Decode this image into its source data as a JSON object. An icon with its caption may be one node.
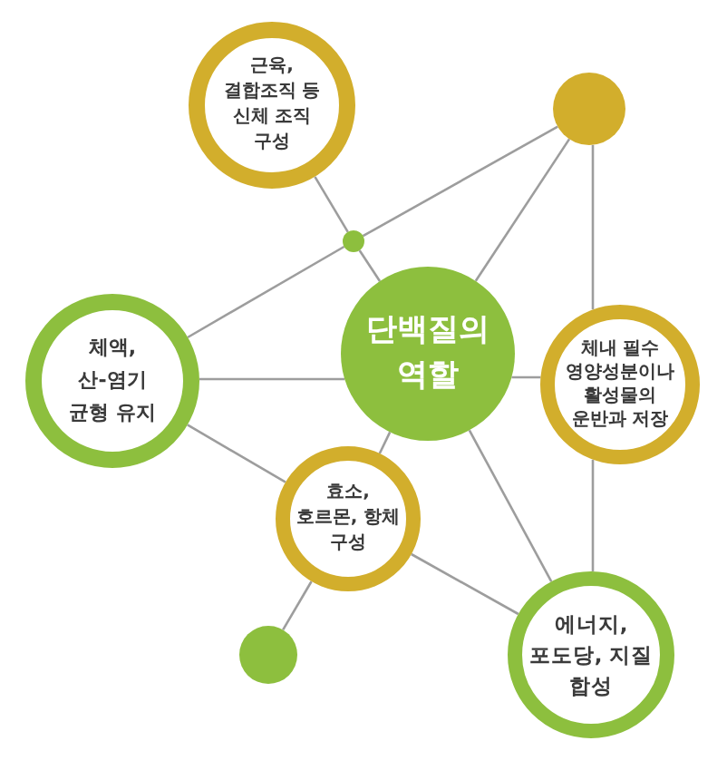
{
  "diagram": {
    "nodes": [
      {
        "text": [
          "근육, 결합조직 등 신체 조직 구성"
        ]
      },
      {
        "text": [],
        "shape": "circle"
      },
      {
        "text": [],
        "shape": "circle"
      },
      {
        "text": [
          "체액, 산-염기 균형 유지"
        ]
      },
      {
        "text": [
          "단백질의 역할"
        ]
      },
      {
        "text": [
          "체내 필수 영양성분이나 활성물의 운반과 저장"
        ]
      },
      {
        "text": [
          "효소, 호르몬, 항체 구성"
        ]
      },
      {
        "text": [],
        "shape": "circle"
      },
      {
        "text": [
          "에너지, 포도당, 지질 합성"
        ]
      }
    ],
    "edges": [
      {
        "from": 0,
        "to": 1,
        "arrow": "none"
      },
      {
        "from": 1,
        "to": 4,
        "arrow": "none"
      },
      {
        "from": 3,
        "to": 1,
        "arrow": "none"
      },
      {
        "from": 1,
        "to": 2,
        "arrow": "none"
      },
      {
        "from": 2,
        "to": 4,
        "arrow": "none"
      },
      {
        "from": 2,
        "to": 5,
        "arrow": "none"
      },
      {
        "from": 3,
        "to": 4,
        "arrow": "none"
      },
      {
        "from": 4,
        "to": 5,
        "arrow": "none"
      },
      {
        "from": 3,
        "to": 6,
        "arrow": "none"
      },
      {
        "from": 4,
        "to": 6,
        "arrow": "none"
      },
      {
        "from": 5,
        "to": 8,
        "arrow": "none"
      },
      {
        "from": 4,
        "to": 8,
        "arrow": "none"
      },
      {
        "from": 6,
        "to": 7,
        "arrow": "none"
      },
      {
        "from": 6,
        "to": 8,
        "arrow": "none"
      }
    ]
  }
}
